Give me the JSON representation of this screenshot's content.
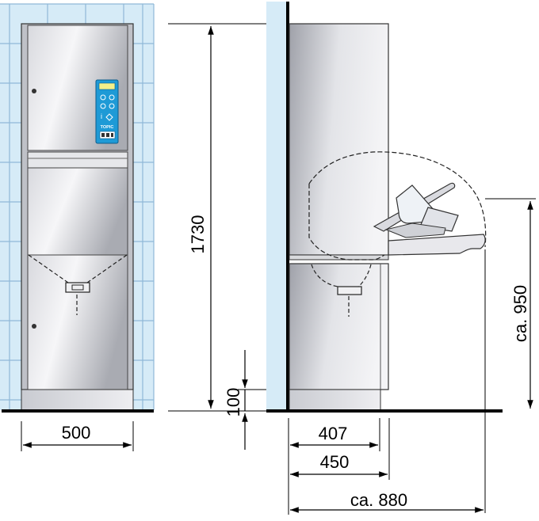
{
  "panel": {
    "brand": "TOPIC"
  },
  "dimensions": {
    "front_width": "500",
    "total_height": "1730",
    "plinth_height": "100",
    "side_depth_body": "407",
    "side_depth_total": "450",
    "side_depth_open": "ca. 880",
    "side_loading_height": "ca. 950"
  },
  "colors": {
    "wall_tile": "#d6ebf7",
    "tile_grid": "#8fb8d8",
    "steel_light": "#e8e8ec",
    "steel_dark": "#a7a9b0",
    "panel_blue": "#1e9ad6",
    "panel_display": "#f4f08a",
    "floor": "#000000"
  }
}
